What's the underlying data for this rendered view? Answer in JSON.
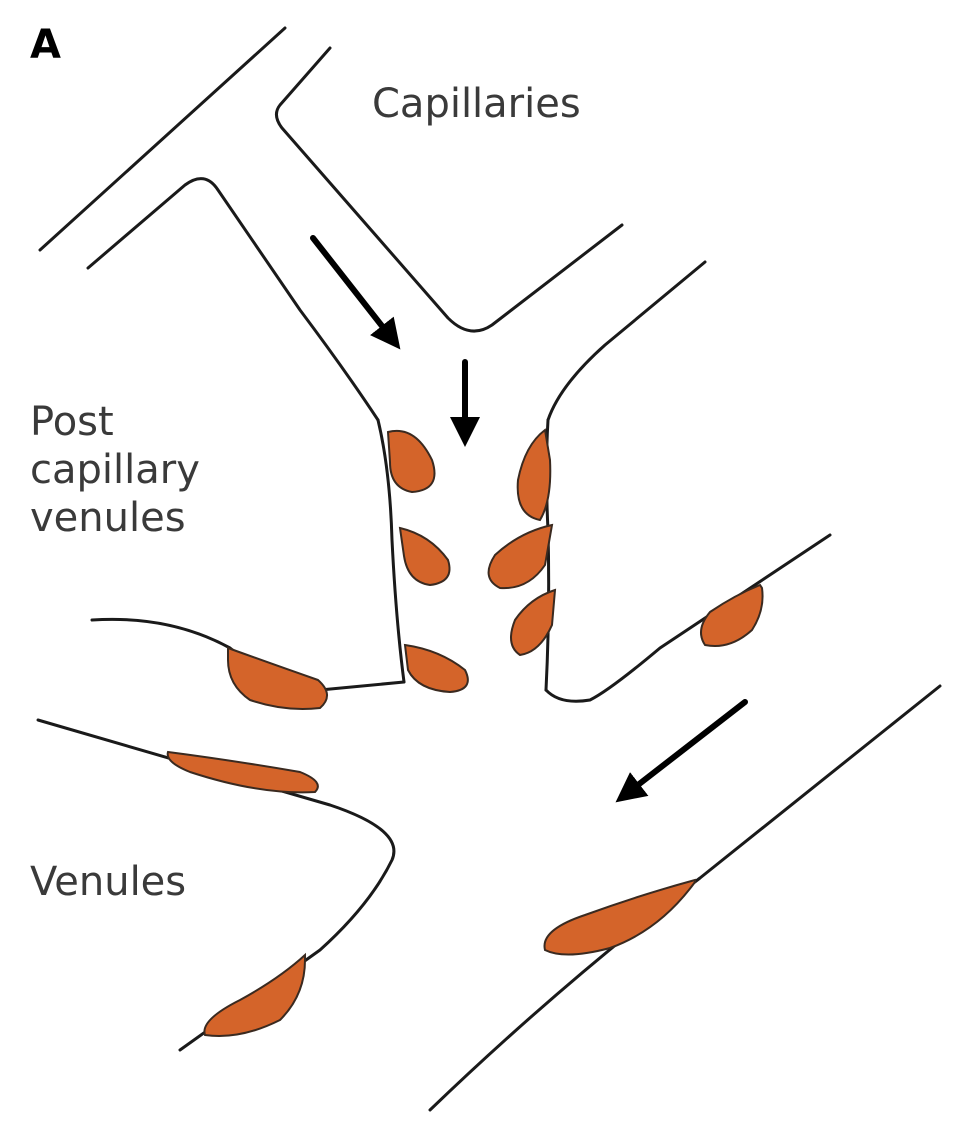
{
  "panel_letter": "A",
  "labels": {
    "capillaries": "Capillaries",
    "post_capillary_line1": "Post",
    "post_capillary_line2": "capillary",
    "post_capillary_line3": "venules",
    "venules": "Venules"
  },
  "colors": {
    "cell_fill": "#d4642a",
    "vessel_stroke": "#1a1a1a",
    "arrow": "#000000",
    "label_text": "#3a3a3a"
  }
}
